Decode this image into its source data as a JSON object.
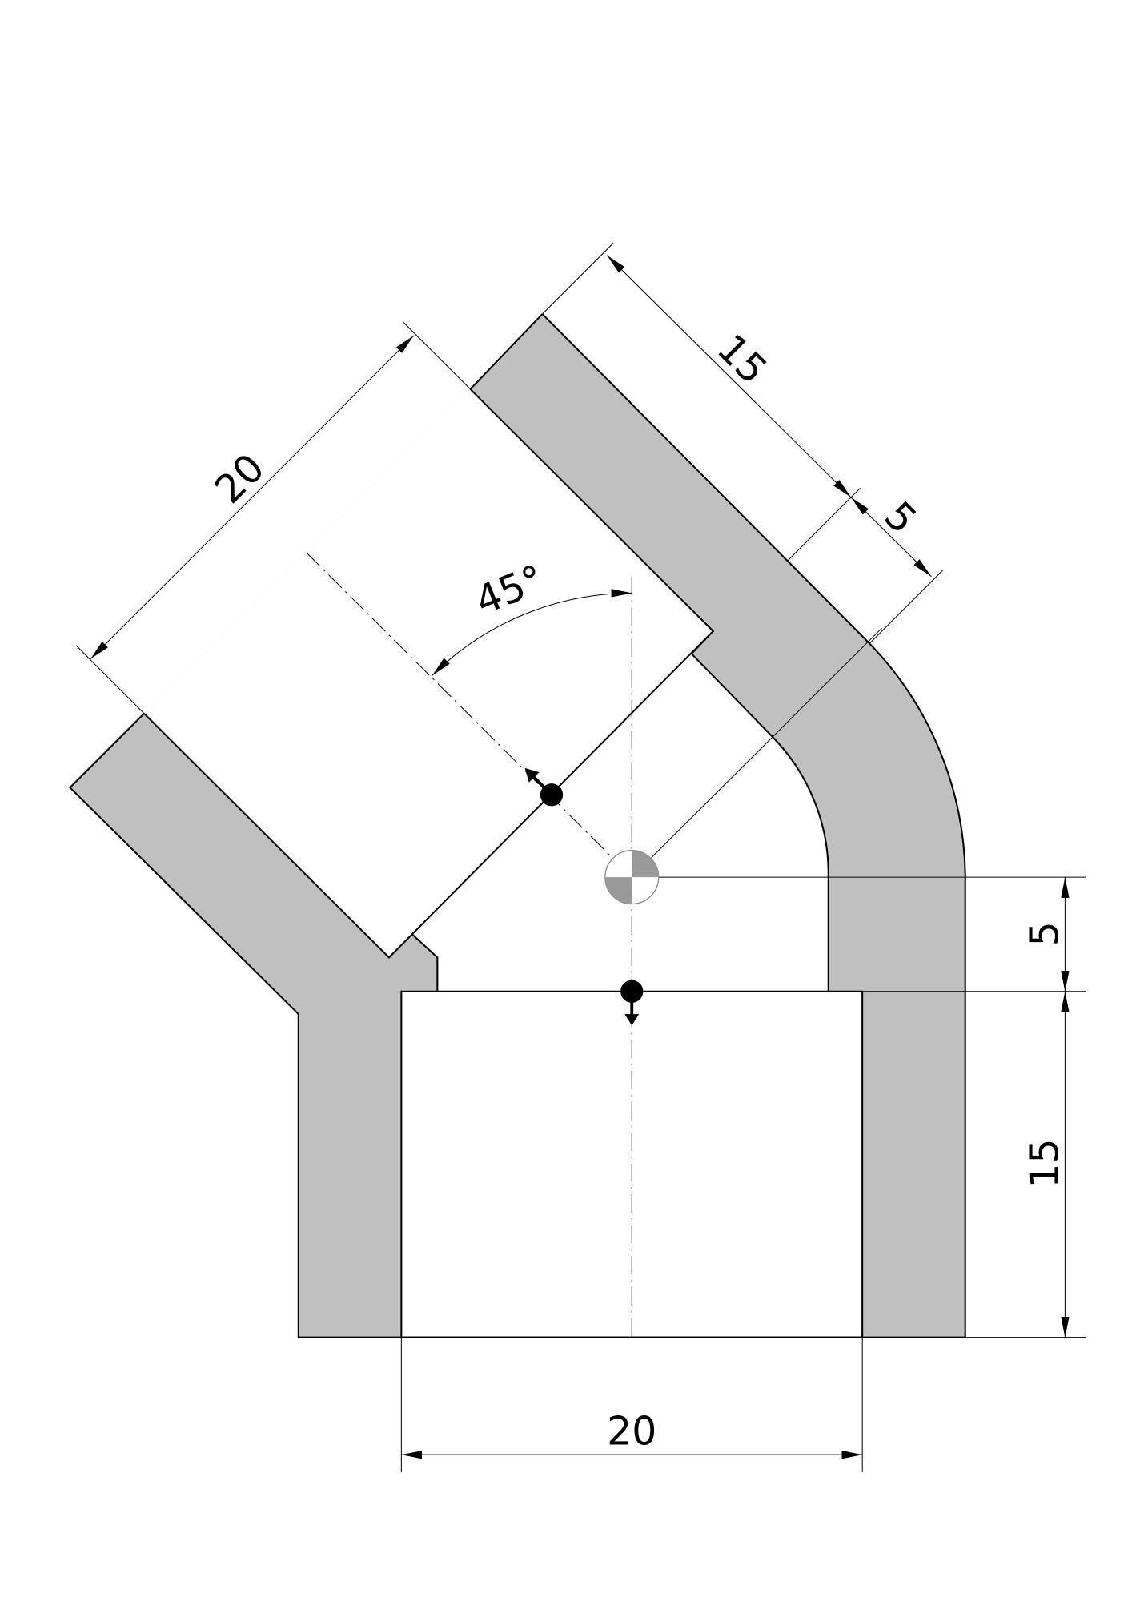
{
  "drawing": {
    "title": "45° elbow socket fitting",
    "colors": {
      "wall": "#c0c0c0",
      "line": "#000000",
      "background": "#ffffff"
    },
    "dimensions": {
      "upper_socket_diameter": "20",
      "upper_socket_depth": "15",
      "upper_offset": "5",
      "angle": "45°",
      "lower_offset": "5",
      "lower_socket_depth": "15",
      "lower_socket_diameter": "20"
    }
  }
}
